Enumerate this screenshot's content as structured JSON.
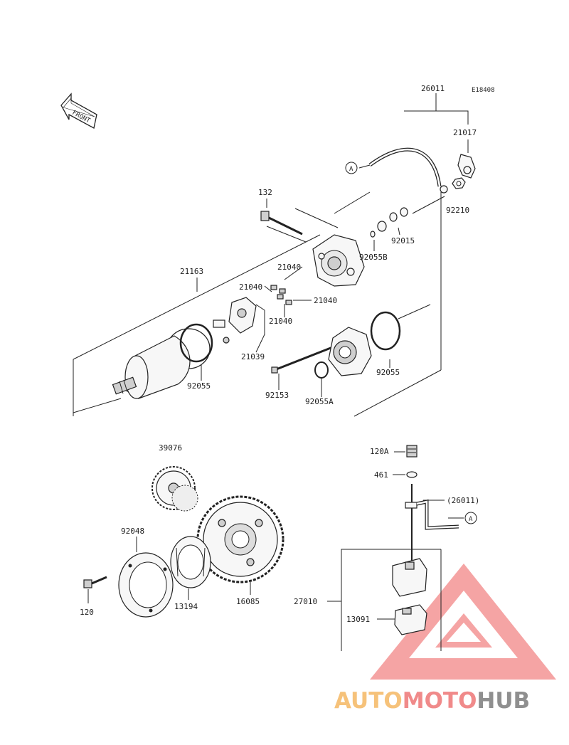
{
  "diagram": {
    "ref_code": "E18408",
    "front_label": "FRONT",
    "callouts": {
      "p26011": "26011",
      "p21017": "21017",
      "pA_top": "A",
      "p92210": "92210",
      "p132": "132",
      "p92015": "92015",
      "p92055B": "92055B",
      "p21163": "21163",
      "p21040a": "21040",
      "p21040b": "21040",
      "p21040c": "21040",
      "p21040d": "21040",
      "p21039": "21039",
      "p92055_left": "92055",
      "p92153": "92153",
      "p92055A": "92055A",
      "p92055_right": "92055",
      "p39076": "39076",
      "p92048": "92048",
      "p120": "120",
      "p13194": "13194",
      "p16085": "16085",
      "p120A": "120A",
      "p461": "461",
      "p26011_paren": "(26011)",
      "pA_bottom": "A",
      "p27010": "27010",
      "p13091": "13091"
    }
  },
  "watermark": {
    "part1": "AUTO",
    "part2": "MOTO",
    "part3": "HUB",
    "colors": {
      "red": "#f07f7f",
      "orange": "#f6c27a",
      "gray": "#8f8f8f"
    }
  }
}
